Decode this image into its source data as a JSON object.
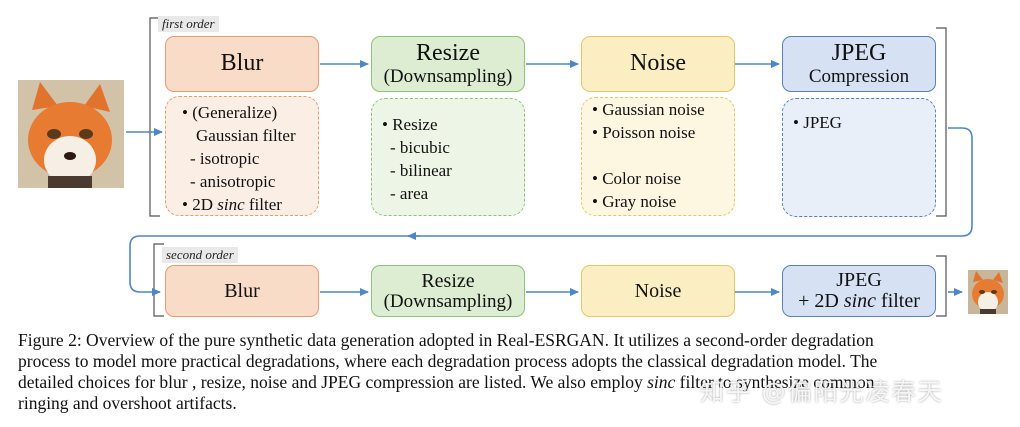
{
  "first_order": {
    "tag": "first order",
    "blur": {
      "title": "Blur",
      "details": [
        "• (Generalize)",
        "Gaussian filter",
        "- isotropic",
        "- anisotropic",
        "• 2D ",
        "sinc",
        " filter"
      ]
    },
    "resize": {
      "title": "Resize",
      "subtitle": "(Downsampling)",
      "details": [
        "• Resize",
        "- bicubic",
        "- bilinear",
        "- area"
      ]
    },
    "noise": {
      "title": "Noise",
      "details": [
        "• Gaussian noise",
        "• Poisson noise",
        "• Color noise",
        "• Gray noise"
      ]
    },
    "jpeg": {
      "title": "JPEG",
      "subtitle": "Compression",
      "details": [
        "• JPEG"
      ]
    }
  },
  "second_order": {
    "tag": "second order",
    "blur": {
      "title": "Blur"
    },
    "resize": {
      "title": "Resize",
      "subtitle": "(Downsampling)"
    },
    "noise": {
      "title": "Noise"
    },
    "jpeg": {
      "title": "JPEG",
      "subtitle_pre": "+ 2D ",
      "subtitle_em": "sinc",
      "subtitle_post": " filter"
    }
  },
  "caption": {
    "line1": "Figure 2: Overview of the pure synthetic data generation adopted in Real-ESRGAN. It utilizes a second-order degradation",
    "line2": "process to model more practical degradations, where each degradation process adopts the classical degradation model. The",
    "line3_pre": "detailed choices for blur , resize, noise and JPEG compression are listed. We also employ ",
    "line3_em": "sinc",
    "line3_post": " filter to synthesize common",
    "line4": "ringing and overshoot artifacts."
  },
  "watermark": "知乎 @偏阳光凌春天",
  "colors": {
    "blur": "#f9dcc8",
    "resize": "#dcedd2",
    "noise": "#fbeec2",
    "jpeg": "#d6e2f3",
    "arrow": "#4f86c6"
  },
  "icons": [
    "fox-input-image",
    "fox-output-image"
  ]
}
